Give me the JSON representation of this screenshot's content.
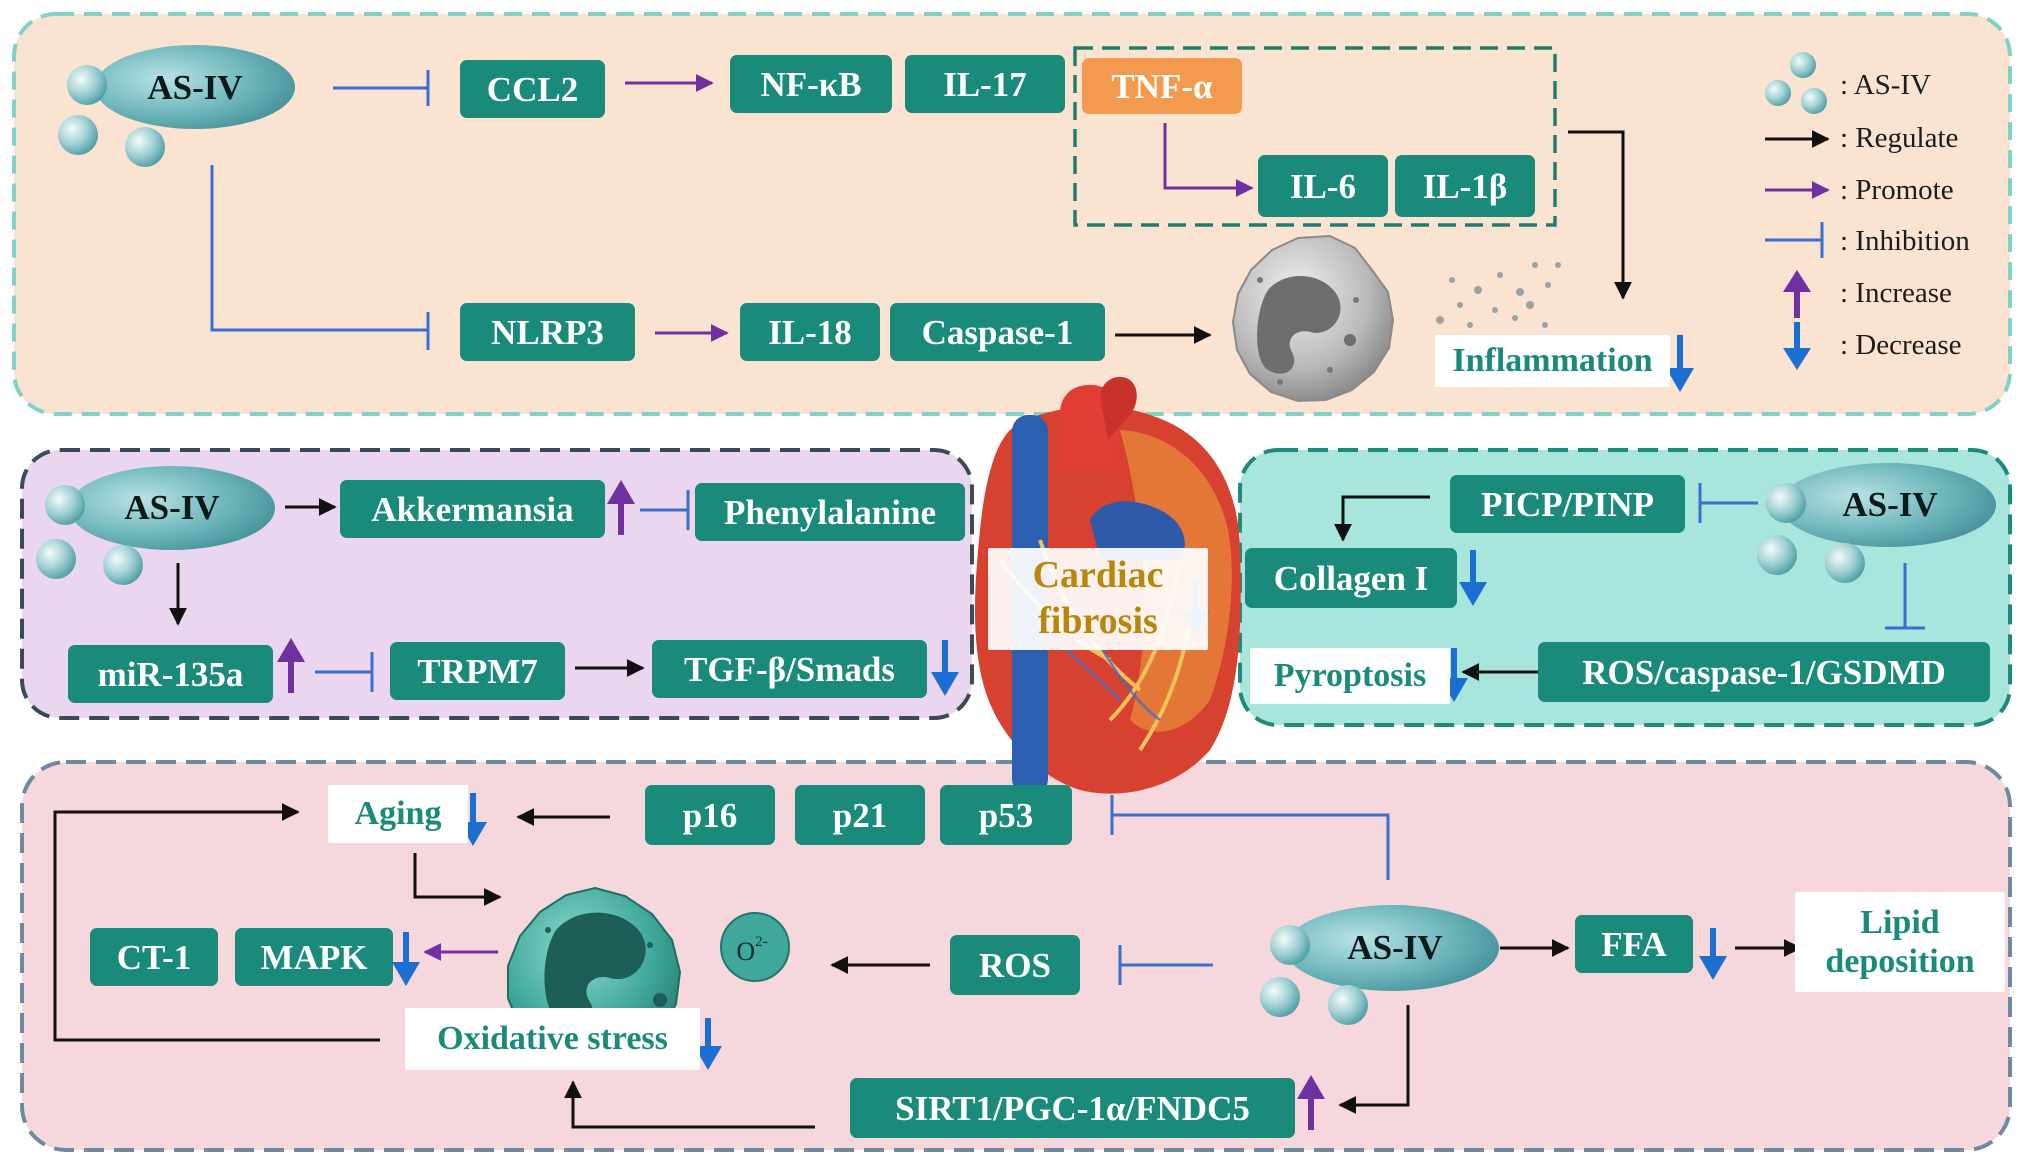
{
  "compound": "AS-IV",
  "legend": {
    "as_iv": ": AS-IV",
    "regulate": ": Regulate",
    "promote": ": Promote",
    "inhibition": ": Inhibition",
    "increase": ": Increase",
    "decrease": ": Decrease"
  },
  "inflammation_panel": {
    "ccl2": "CCL2",
    "nfkb": "NF-κB",
    "il17": "IL-17",
    "tnfa": "TNF-α",
    "il6": "IL-6",
    "il1b": "IL-1β",
    "nlrp3": "NLRP3",
    "il18": "IL-18",
    "caspase1": "Caspase-1",
    "outcome": "Inflammation"
  },
  "gut_panel": {
    "akkermansia": "Akkermansia",
    "phenylalanine": "Phenylalanine",
    "mir135a": "miR-135a",
    "trpm7": "TRPM7",
    "tgfb": "TGF-β/Smads"
  },
  "center": {
    "line1": "Cardiac",
    "line2": "fibrosis"
  },
  "pyroptosis_panel": {
    "picp": "PICP/PINP",
    "collagen": "Collagen I",
    "ros_path": "ROS/caspase-1/GSDMD",
    "outcome": "Pyroptosis"
  },
  "aging_panel": {
    "aging": "Aging",
    "p16": "p16",
    "p21": "p21",
    "p53": "p53",
    "ct1": "CT-1",
    "mapk": "MAPK",
    "ros": "ROS",
    "ffa": "FFA",
    "lipid1": "Lipid",
    "lipid2": "deposition",
    "oxidative": "Oxidative stress",
    "sirt1": "SIRT1/PGC-1α/FNDC5",
    "o2_sup": "2-",
    "o2_base": "O"
  },
  "colors": {
    "node_fill": "#1a8a7a",
    "tnf_fill": "#f39a4e",
    "regulate": "#111111",
    "promote": "#7030a0",
    "inhibition": "#3a6fd0",
    "increase": "#7030a0",
    "decrease": "#1a6fd0",
    "panel_top": "#fbe3d2",
    "panel_left": "#ead6ef",
    "panel_right": "#a8e6dd",
    "panel_bottom": "#f6d7dc"
  }
}
